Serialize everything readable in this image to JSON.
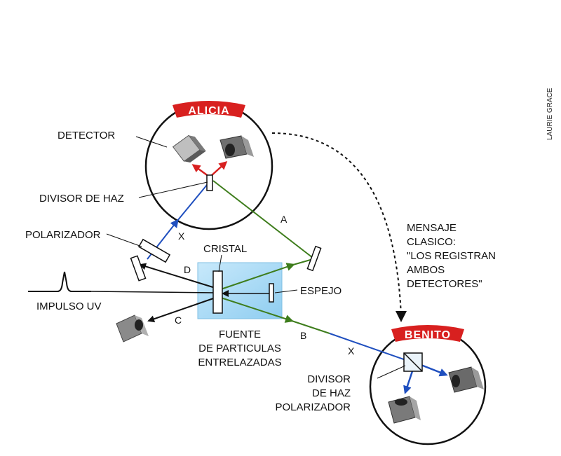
{
  "credit": "LAURIE GRACE",
  "parties": {
    "alicia": "ALICIA",
    "benito": "BENITO"
  },
  "labels": {
    "detector": "DETECTOR",
    "divisor_haz": "DIVISOR DE HAZ",
    "polarizador": "POLARIZADOR",
    "cristal": "CRISTAL",
    "espejo": "ESPEJO",
    "impulso_uv": "IMPULSO UV",
    "fuente": [
      "FUENTE",
      "DE PARTICULAS",
      "ENTRELAZADAS"
    ],
    "mensaje": [
      "MENSAJE",
      "CLASICO:",
      "\"LOS REGISTRAN",
      "AMBOS",
      "DETECTORES\""
    ],
    "divisor_polarizador": [
      "DIVISOR",
      "DE HAZ",
      "POLARIZADOR"
    ]
  },
  "beams": {
    "a": "A",
    "b": "B",
    "c": "C",
    "d": "D",
    "x_alicia": "X",
    "x_benito": "X"
  },
  "colors": {
    "banner_red": "#d8201f",
    "beam_green": "#3e7d1c",
    "beam_blue": "#1f4fbf",
    "beam_black": "#111111",
    "arrow_red": "#d8201f",
    "crystal_fill": "#a9d8f2"
  }
}
